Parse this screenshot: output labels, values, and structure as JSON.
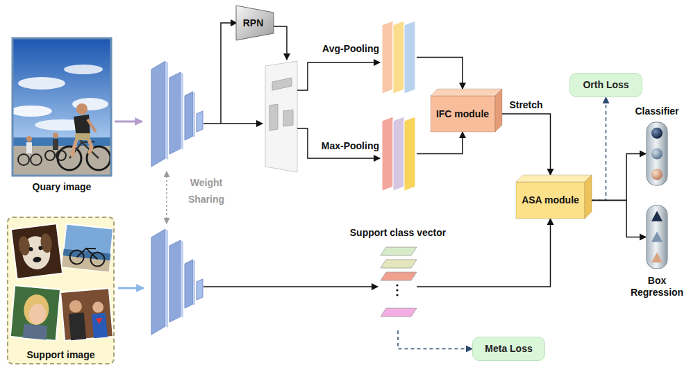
{
  "diagram": {
    "nodes": [
      {
        "text": [
          "Quary image"
        ]
      },
      {
        "text": [
          "RPN"
        ]
      },
      {
        "text": [
          "Avg-Pooling"
        ]
      },
      {
        "text": [
          "Max-Pooling"
        ]
      },
      {
        "text": [
          "IFC module"
        ]
      },
      {
        "text": [
          "Orth Loss"
        ]
      },
      {
        "text": [
          "Classifier"
        ]
      },
      {
        "text": [
          "ASA module"
        ]
      },
      {
        "text": [
          "Box Regression"
        ]
      },
      {
        "text": [
          "Support image"
        ]
      },
      {
        "text": [
          "Support class vector"
        ]
      },
      {
        "text": [
          "Meta Loss"
        ]
      }
    ],
    "edges": [
      {
        "from": 2,
        "to": 4,
        "arrow": "to"
      },
      {
        "from": 3,
        "to": 4,
        "arrow": "to"
      },
      {
        "from": 4,
        "to": 7,
        "label": "Stretch",
        "arrow": "to"
      },
      {
        "from": 10,
        "to": 7,
        "arrow": "to"
      },
      {
        "from": 7,
        "to": 5,
        "arrow": "to"
      },
      {
        "from": 7,
        "to": 6,
        "arrow": "to"
      },
      {
        "from": 7,
        "to": 8,
        "arrow": "to"
      },
      {
        "from": 10,
        "to": 11,
        "arrow": "to"
      }
    ],
    "labels": [
      "Weight Sharing"
    ]
  }
}
